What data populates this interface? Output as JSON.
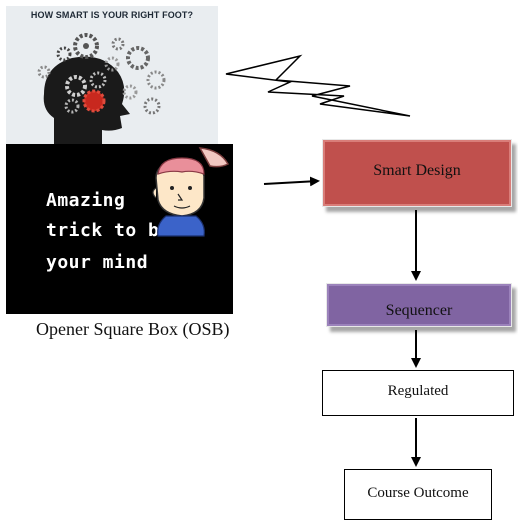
{
  "images": {
    "gears": {
      "caption": "HOW SMART IS YOUR RIGHT FOOT?"
    },
    "trick": {
      "lines": [
        "Amazing",
        "trick to blow",
        "your mind"
      ]
    }
  },
  "nodes": {
    "smart_design": "Smart Design",
    "sequencer": "Sequencer",
    "regulated": "Regulated",
    "course_outcome": "Course Outcome"
  },
  "labels": {
    "osb": "Opener Square Box (OSB)"
  },
  "colors": {
    "smart_design_fill": "#c0504d",
    "sequencer_fill": "#8064a2",
    "arrow": "#000000",
    "trick_background": "#000000"
  }
}
